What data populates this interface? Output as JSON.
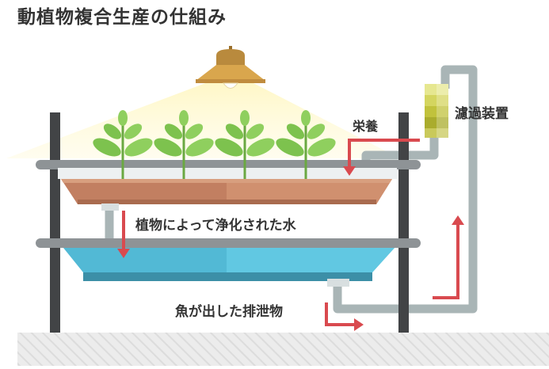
{
  "title": "動植物複合生産の仕組み",
  "labels": {
    "filter": "濾過装置",
    "nutrients": "栄養",
    "plant_water": "植物によって浄化された水",
    "fish_waste": "魚が出した排泄物"
  },
  "colors": {
    "text": "#333333",
    "arrow": "#d94a4f",
    "pipe": "#a9b5b6",
    "post": "#424446",
    "shelf": "#8e9396",
    "soil": "#c27f61",
    "water": "#52b9d5",
    "leaf": "#7dc24e",
    "lamp": "#d9a64d",
    "light": "#fff4a8",
    "filter": "#c6c93e",
    "floor": "#e6e6e6"
  }
}
